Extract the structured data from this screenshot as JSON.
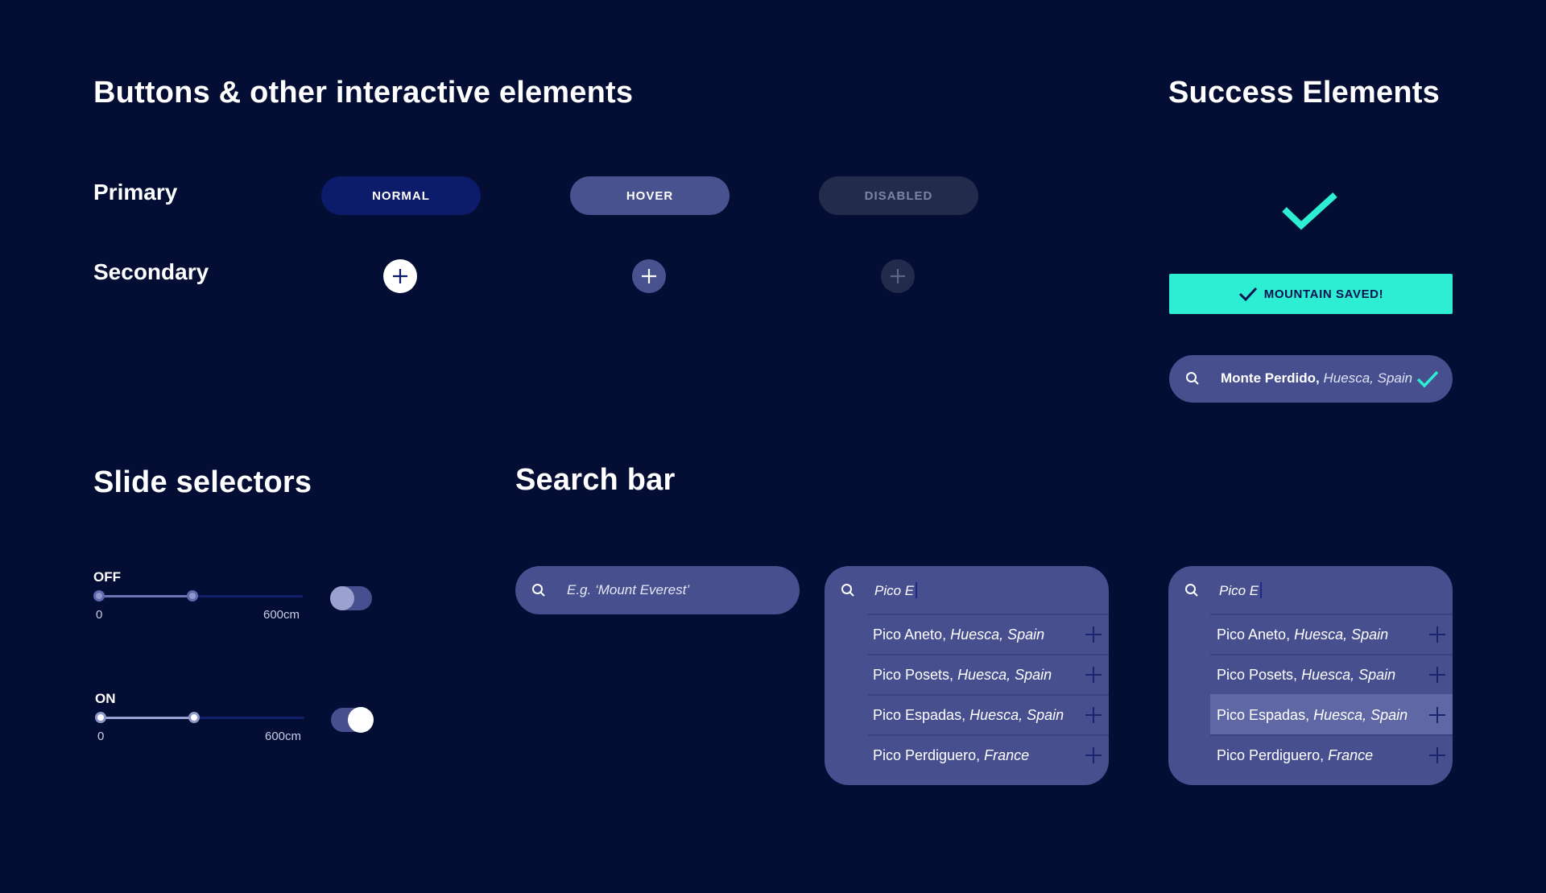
{
  "sections": {
    "buttons_title": "Buttons & other interactive elements",
    "success_title": "Success Elements",
    "slide_title": "Slide selectors",
    "search_title": "Search bar"
  },
  "buttons": {
    "primary_label": "Primary",
    "secondary_label": "Secondary",
    "normal": "NORMAL",
    "hover": "HOVER",
    "disabled": "DISABLED"
  },
  "sliders": {
    "off": {
      "title": "OFF",
      "min": "0",
      "max": "600cm",
      "value_fraction": 0.45
    },
    "on": {
      "title": "ON",
      "min": "0",
      "max": "600cm",
      "value_fraction": 0.45
    }
  },
  "search": {
    "placeholder": "E.g. ‘Mount Everest’",
    "query": "Pico E",
    "results": [
      {
        "name": "Pico Aneto,",
        "location": "Huesca, Spain"
      },
      {
        "name": "Pico Posets,",
        "location": "Huesca, Spain"
      },
      {
        "name": "Pico Espadas,",
        "location": "Huesca, Spain"
      },
      {
        "name": "Pico Perdiguero,",
        "location": "France"
      }
    ]
  },
  "success": {
    "banner": "MOUNTAIN SAVED!",
    "saved_name": "Monte Perdido,",
    "saved_location": "Huesca, Spain"
  },
  "colors": {
    "background": "#040d33",
    "primary_normal": "#0d1c6a",
    "primary_hover": "#48528f",
    "disabled": "#232b4c",
    "success": "#2deed2",
    "search_bg": "#474f8e"
  }
}
